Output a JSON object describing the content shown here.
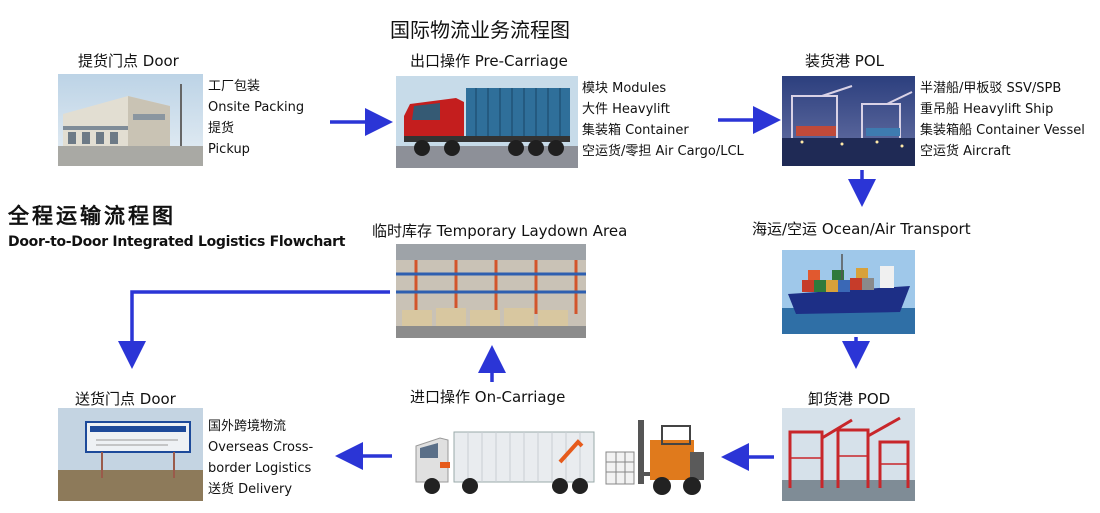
{
  "title": "国际物流业务流程图",
  "side_title": {
    "cn": "全程运输流程图",
    "en": "Door-to-Door Integrated Logistics Flowchart"
  },
  "nodes": {
    "door_pickup": {
      "label": "提货门点 Door",
      "lines": [
        "工厂包装",
        "Onsite Packing",
        "提货",
        "Pickup"
      ]
    },
    "pre_carriage": {
      "label": "出口操作 Pre-Carriage",
      "lines": [
        "模块 Modules",
        "大件 Heavylift",
        "集装箱 Container",
        "空运货/零担 Air Cargo/LCL"
      ]
    },
    "pol": {
      "label": "装货港 POL",
      "lines": [
        "半潜船/甲板驳 SSV/SPB",
        "重吊船 Heavylift Ship",
        "集装箱船 Container Vessel",
        "空运货 Aircraft"
      ]
    },
    "transport": {
      "label": "海运/空运 Ocean/Air Transport"
    },
    "pod": {
      "label": "卸货港 POD"
    },
    "on_carriage": {
      "label": "进口操作 On-Carriage"
    },
    "laydown": {
      "label": "临时库存 Temporary Laydown Area"
    },
    "door_delivery": {
      "label": "送货门点 Door",
      "lines": [
        "国外跨境物流",
        "Overseas Cross-",
        "border Logistics",
        "送货 Delivery"
      ]
    }
  },
  "colors": {
    "arrow": "#2b35d6",
    "text": "#111111"
  }
}
